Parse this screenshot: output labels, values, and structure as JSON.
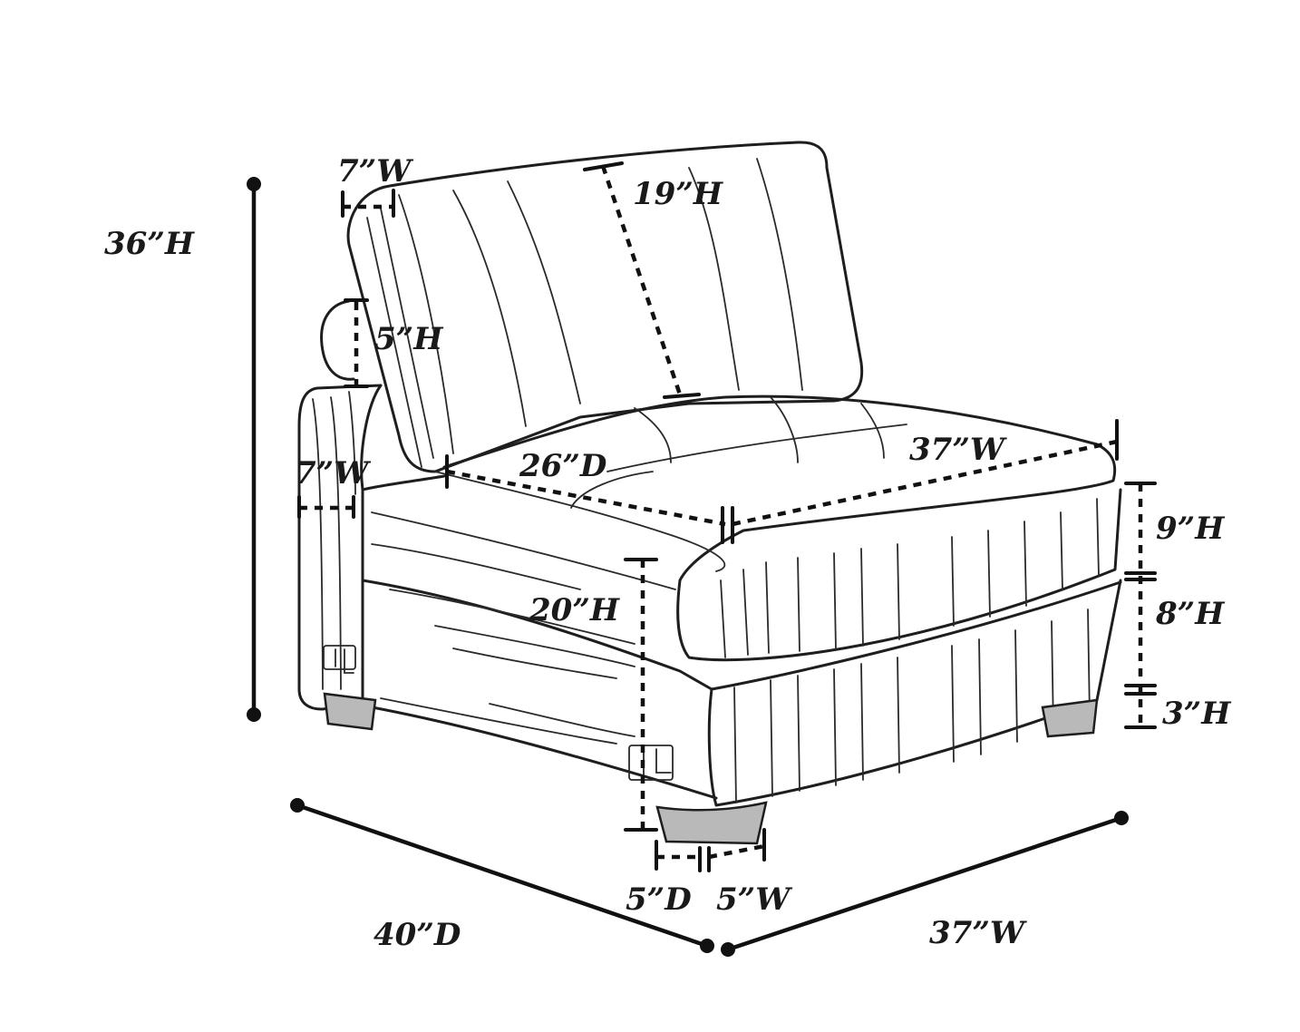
{
  "diagram": {
    "subject": "armless sofa chair dimensions",
    "labels": {
      "overall_height": "36”H",
      "overall_depth": "40”D",
      "overall_width": "37”W",
      "back_height": "19”H",
      "back_top_width": "7”W",
      "pillow_height": "5”H",
      "arm_width": "7”W",
      "seat_depth": "26”D",
      "seat_width": "37”W",
      "cushion_height": "9”H",
      "base_height": "8”H",
      "leg_height": "3”H",
      "seat_height": "20”H",
      "leg_depth": "5”D",
      "leg_width": "5”W"
    }
  }
}
